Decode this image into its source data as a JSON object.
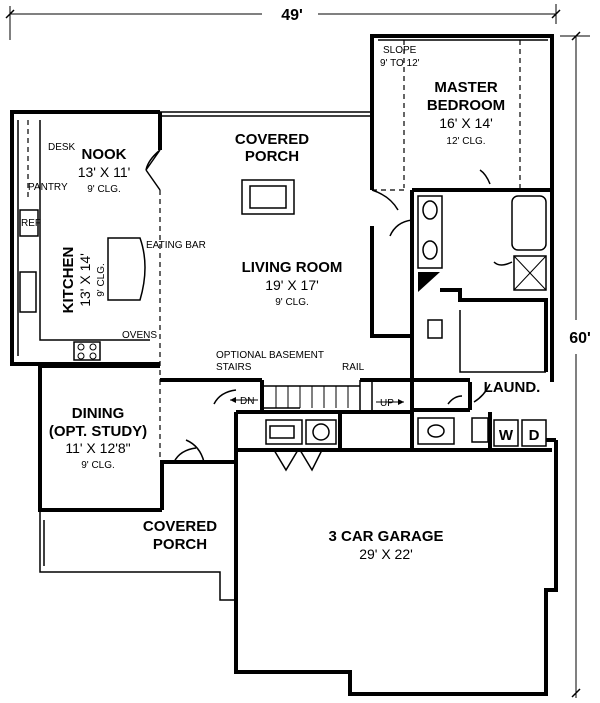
{
  "dimensions": {
    "width": "49'",
    "depth": "60'"
  },
  "rooms": {
    "master": {
      "name1": "MASTER",
      "name2": "BEDROOM",
      "size": "16' X 14'",
      "clg": "12' CLG.",
      "slope1": "SLOPE",
      "slope2": "9' TO 12'"
    },
    "nook": {
      "name": "NOOK",
      "size": "13' X 11'",
      "clg": "9' CLG."
    },
    "porch_rear": {
      "name1": "COVERED",
      "name2": "PORCH"
    },
    "kitchen": {
      "name": "KITCHEN",
      "size": "13' X 14'",
      "clg": "9' CLG."
    },
    "living": {
      "name": "LIVING ROOM",
      "size": "19' X 17'",
      "clg": "9' CLG."
    },
    "dining": {
      "name1": "DINING",
      "name2": "(OPT. STUDY)",
      "size": "11' X 12'8\"",
      "clg": "9' CLG."
    },
    "porch_front": {
      "name1": "COVERED",
      "name2": "PORCH"
    },
    "garage": {
      "name": "3 CAR GARAGE",
      "size": "29' X 22'"
    },
    "laundry": {
      "name": "LAUND."
    }
  },
  "labels": {
    "desk": "DESK",
    "pantry": "PANTRY",
    "ref": "REF",
    "eating_bar": "EATING BAR",
    "ovens": "OVENS",
    "bsmt1": "OPTIONAL BASEMENT",
    "bsmt2": "STAIRS",
    "rail": "RAIL",
    "dn": "DN",
    "up": "UP",
    "washer": "W",
    "dryer": "D"
  }
}
